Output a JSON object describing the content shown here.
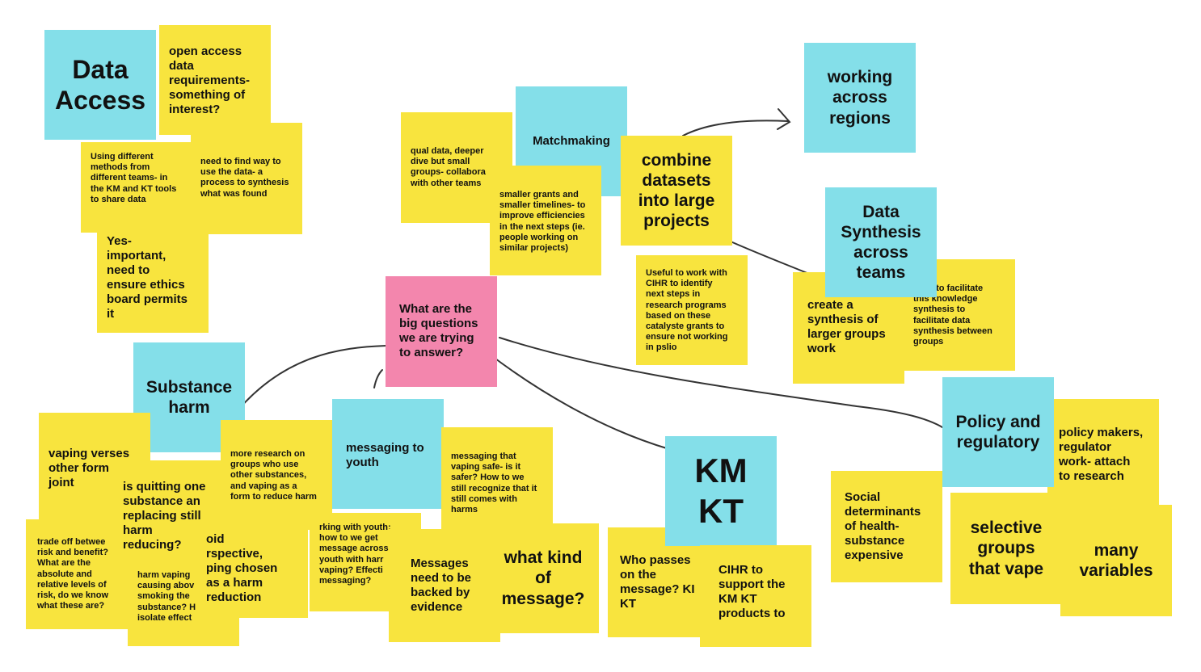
{
  "notes": {
    "data_access": "Data\nAccess",
    "open_access": "open access\ndata\nrequirements-\nsomething of\ninterest?",
    "using_different": "Using different\nmethods from\ndifferent teams- in\nthe KM and KT tools\nto share data",
    "need_to_find": "need to find way to\nuse the data- a\nprocess to synthesis\nwhat was found",
    "yes_important": "Yes-\nimportant,\nneed to\nensure ethics\nboard permits\nit",
    "qual_data": "qual data, deeper\ndive but small\ngroups- collabora\nwith other teams",
    "matchmaking": "Matchmaking",
    "smaller_grants": "smaller grants and\nsmaller timelines- to\nimprove efficiencies\nin the next steps (ie.\npeople working on\nsimilar projects)",
    "combine": "combine\ndatasets\ninto large\nprojects",
    "useful_cihr": "Useful to work with\nCIHR to identify\nnext steps in\nresearch programs\nbased on these\ncatalyste grants to\nensure not working\nin pslio",
    "working_regions": "working\nacross\nregions",
    "data_synthesis": "Data\nSynthesis\nacross\nteams",
    "create_synthesis": "create a\nsynthesis of\nlarger groups\nwork",
    "facilitate": "want to facilitate\nthis knowledge\nsynthesis to\nfacilitate data\nsynthesis between\ngroups",
    "big_questions": "What are the\nbig questions\nwe are trying\nto answer?",
    "substance_harm": "Substance\nharm",
    "vaping_verses": "vaping verses\nother form\njoint",
    "quitting": "is quitting one\nsubstance an\nreplacing still\nharm\nreducing?",
    "trade_off": "trade off betwee\nrisk and benefit?\nWhat are the\nabsolute and\nrelative levels of\nrisk, do we know\nwhat these are?",
    "harm_vaping": "harm vaping\ncausing abov\nsmoking the\nsubstance? H\nisolate effect",
    "more_research": "more research on\ngroups who use\nother substances,\nand vaping as a\nform to reduce harm",
    "opioid": "oid\nrspective,\nping chosen\nas a harm\nreduction",
    "messaging_youth": "messaging to\nyouth",
    "working_youth": "rking with youth:\nhow to we get\nmessage across\nyouth with harr\nvaping? Effecti\nmessaging?",
    "messaging_safe": "messaging that\nvaping safe- is it\nsafer? How to we\nstill recognize that it\nstill comes with\nharms",
    "backed_evidence": "Messages\nneed to be\nbacked by\nevidence",
    "what_kind": "what kind\nof\nmessage?",
    "km_kt": "KM\nKT",
    "who_passes": "Who passes\non the\nmessage? KI\nKT",
    "cihr_support": "CIHR to\nsupport the\nKM KT\nproducts to",
    "policy_regulatory": "Policy and\nregulatory",
    "policy_makers": "policy makers,\nregulator\nwork- attach\nto research",
    "social_determinants": "Social\ndeterminants\nof health-\nsubstance\nexpensive",
    "selective_groups": "selective\ngroups\nthat vape",
    "many_variables": "many\nvariables"
  },
  "colors": {
    "yellow": "#f8e43e",
    "blue": "#84dfe9",
    "pink": "#f386ad",
    "ink": "#333333"
  }
}
